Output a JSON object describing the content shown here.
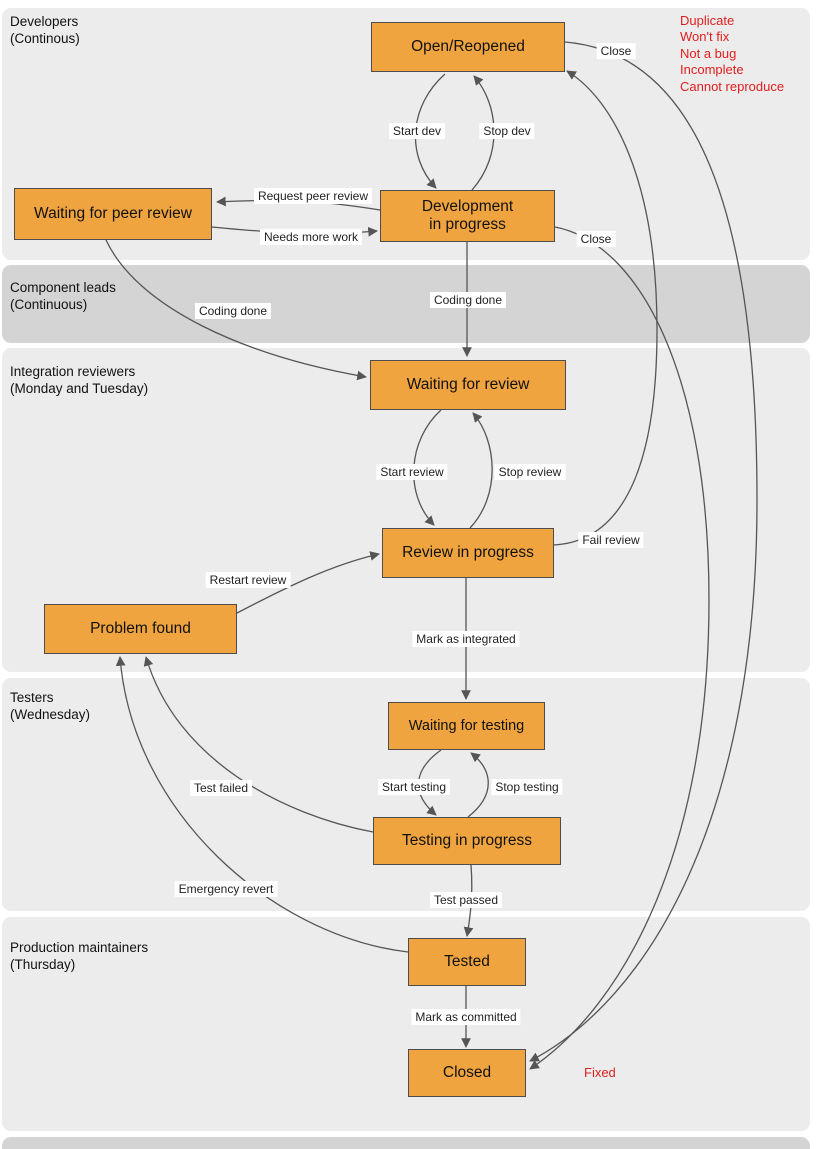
{
  "colors": {
    "lane_light": "#ECECEC",
    "lane_dark": "#D4D4D4",
    "node_fill": "#F0A43F",
    "node_border": "#4D4D4D",
    "arrow": "#555555",
    "red": "#E01E1E",
    "label_text": "#222222"
  },
  "lanes": [
    {
      "label": "Developers\n(Continous)"
    },
    {
      "label": "Component leads\n(Continuous)"
    },
    {
      "label": "Integration reviewers\n(Monday and Tuesday)"
    },
    {
      "label": "Testers\n(Wednesday)"
    },
    {
      "label": "Production maintainers\n(Thursday)"
    }
  ],
  "nodes": {
    "open_reopened": {
      "label": "Open/Reopened"
    },
    "waiting_peer_review": {
      "label": "Waiting for peer review"
    },
    "development_in_progress": {
      "label": "Development\nin progress"
    },
    "waiting_for_review": {
      "label": "Waiting for review"
    },
    "review_in_progress": {
      "label": "Review in progress"
    },
    "problem_found": {
      "label": "Problem found"
    },
    "waiting_for_testing": {
      "label": "Waiting for testing"
    },
    "testing_in_progress": {
      "label": "Testing in progress"
    },
    "tested": {
      "label": "Tested"
    },
    "closed": {
      "label": "Closed"
    }
  },
  "transitions": [
    {
      "from": "open_reopened",
      "to": "development_in_progress",
      "label": "Start dev"
    },
    {
      "from": "development_in_progress",
      "to": "open_reopened",
      "label": "Stop dev"
    },
    {
      "from": "development_in_progress",
      "to": "waiting_peer_review",
      "label": "Request peer review"
    },
    {
      "from": "waiting_peer_review",
      "to": "development_in_progress",
      "label": "Needs more work"
    },
    {
      "from": "development_in_progress",
      "to": "waiting_for_review",
      "label": "Coding done"
    },
    {
      "from": "waiting_peer_review",
      "to": "waiting_for_review",
      "label": "Coding done"
    },
    {
      "from": "waiting_for_review",
      "to": "review_in_progress",
      "label": "Start review"
    },
    {
      "from": "review_in_progress",
      "to": "waiting_for_review",
      "label": "Stop review"
    },
    {
      "from": "review_in_progress",
      "to": "waiting_for_testing",
      "label": "Mark as integrated"
    },
    {
      "from": "waiting_for_testing",
      "to": "testing_in_progress",
      "label": "Start testing"
    },
    {
      "from": "testing_in_progress",
      "to": "waiting_for_testing",
      "label": "Stop testing"
    },
    {
      "from": "testing_in_progress",
      "to": "problem_found",
      "label": "Test failed"
    },
    {
      "from": "problem_found",
      "to": "review_in_progress",
      "label": "Restart review"
    },
    {
      "from": "testing_in_progress",
      "to": "tested",
      "label": "Test passed"
    },
    {
      "from": "tested",
      "to": "closed",
      "label": "Mark as committed"
    },
    {
      "from": "tested",
      "to": "problem_found",
      "label": "Emergency revert"
    },
    {
      "from": "open_reopened",
      "to": "closed",
      "label": "Close"
    },
    {
      "from": "development_in_progress",
      "to": "closed",
      "label": "Close"
    },
    {
      "from": "review_in_progress",
      "to": "open_reopened",
      "label": "Fail review"
    }
  ],
  "annotations": {
    "resolutions": [
      "Duplicate",
      "Won't fix",
      "Not a bug",
      "Incomplete",
      "Cannot reproduce"
    ],
    "fixed": "Fixed"
  }
}
